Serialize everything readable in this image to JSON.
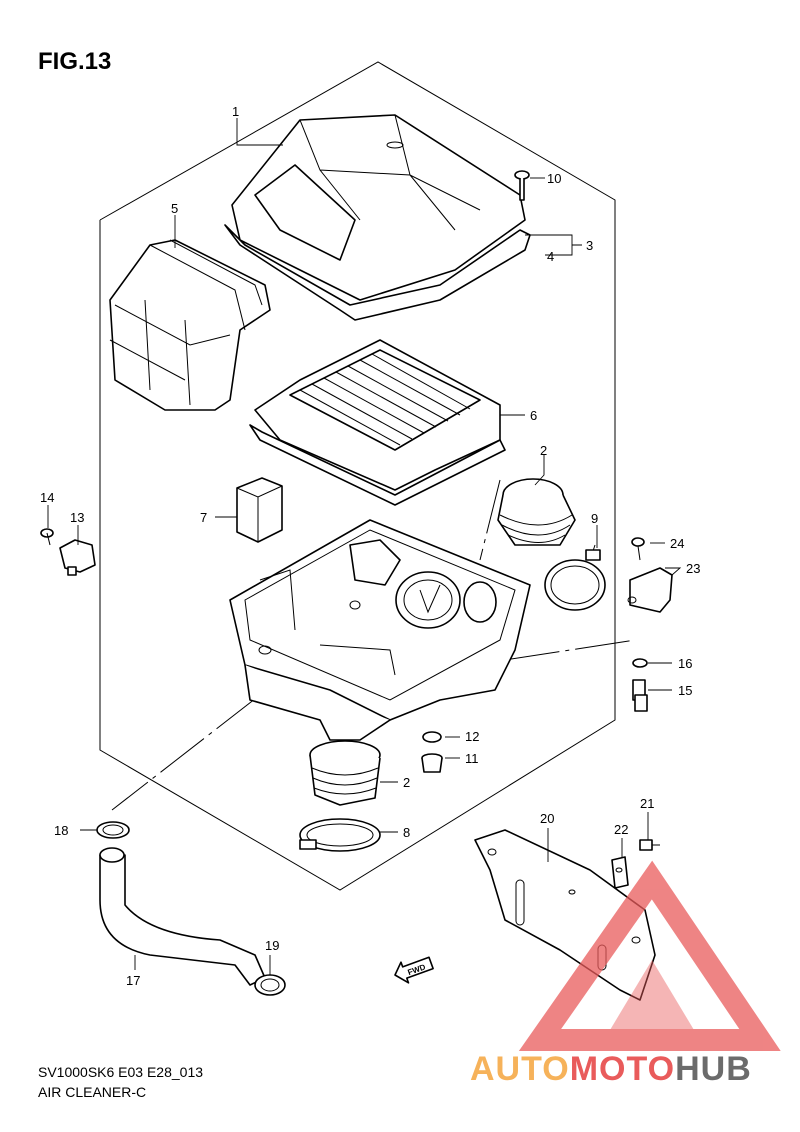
{
  "title": "FIG.13",
  "footer": {
    "code": "SV1000SK6 E03 E28_013",
    "name": "AIR CLEANER-C"
  },
  "direction_label": "FWD",
  "callouts": [
    "1",
    "2",
    "2",
    "3",
    "4",
    "5",
    "6",
    "7",
    "8",
    "9",
    "10",
    "11",
    "12",
    "13",
    "14",
    "15",
    "16",
    "17",
    "18",
    "19",
    "20",
    "21",
    "22",
    "23",
    "24"
  ],
  "watermark": {
    "part1": "AUTO",
    "part2": "MOTO",
    "part3": "HUB",
    "colors": {
      "orange": "#f6b25a",
      "red": "#e95b5b",
      "gray": "#6b6b6b"
    }
  }
}
